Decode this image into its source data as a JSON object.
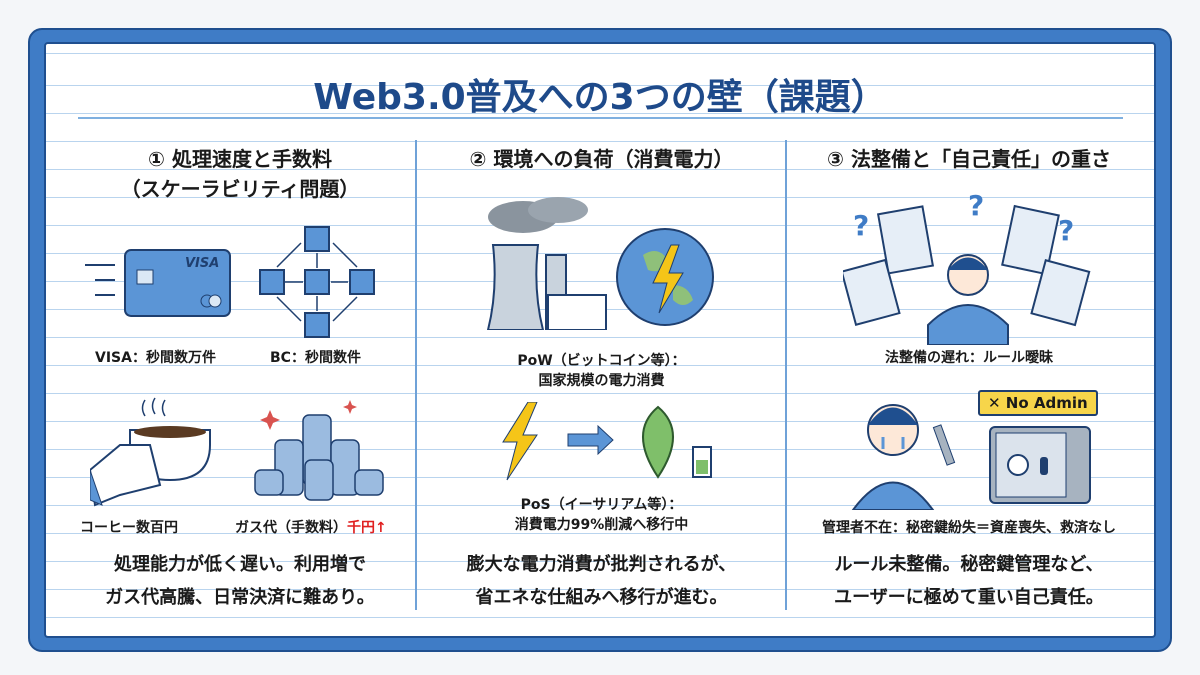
{
  "title": "Web3.0普及への3つの壁（課題）",
  "columns": [
    {
      "heading_line1": "① 処理速度と手数料",
      "heading_line2": "（スケーラビリティ問題）",
      "card_brand": "VISA",
      "captions": [
        "VISA：秒間数万件",
        "BC：秒間数件",
        "コーヒー数百円",
        "ガス代（手数料）"
      ],
      "caption_highlight": "千円↑",
      "summary_line1": "処理能力が低く遅い。利用増で",
      "summary_line2": "ガス代高騰、日常決済に難あり。"
    },
    {
      "heading_line1": "② 環境への負荷（消費電力）",
      "captions": [
        "PoW（ビットコイン等）：",
        "国家規模の電力消費",
        "PoS（イーサリアム等）：",
        "消費電力99%削減へ移行中"
      ],
      "summary_line1": "膨大な電力消費が批判されるが、",
      "summary_line2": "省エネな仕組みへ移行が進む。"
    },
    {
      "heading_line1": "③ 法整備と「自己責任」の重さ",
      "captions": [
        "法整備の遅れ：ルール曖昧",
        "管理者不在：秘密鍵紛失＝資産喪失、救済なし"
      ],
      "badge": "✕ No Admin",
      "summary_line1": "ルール未整備。秘密鍵管理など、",
      "summary_line2": "ユーザーに極めて重い自己責任。"
    }
  ],
  "colors": {
    "accent": "#1e4a8a",
    "book": "#3f7cc6",
    "highlight": "#e02020",
    "badge": "#f7d54a"
  }
}
